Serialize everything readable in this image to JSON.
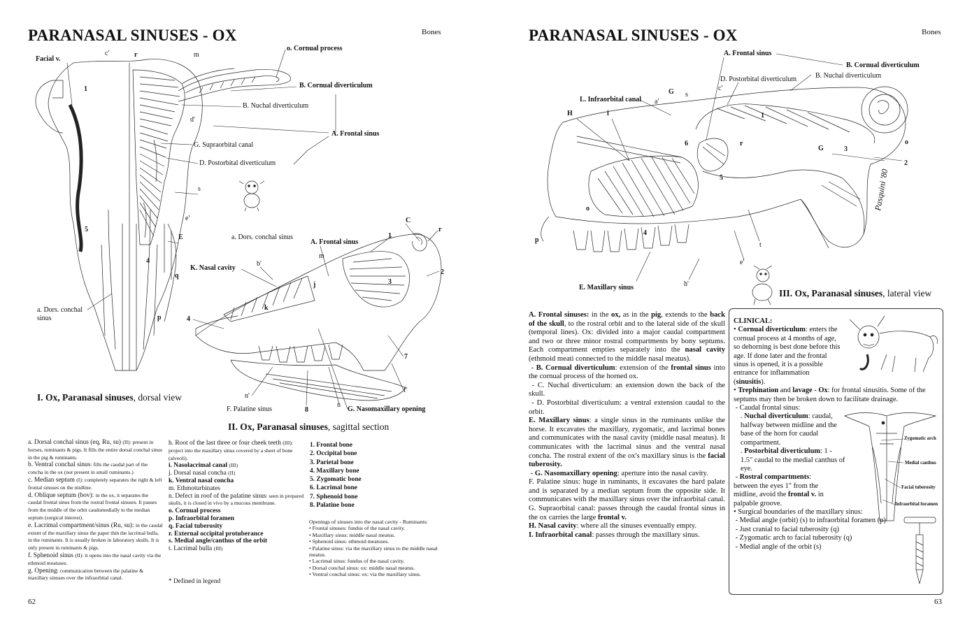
{
  "left_page": {
    "title": "PARANASAL SINUSES - OX",
    "section": "Bones",
    "page_number": "62",
    "dorsal_labels": {
      "facial_v": "Facial v.",
      "c_prime": "c'",
      "r": "r",
      "m": "m",
      "o_cornual": "o. Cornual process",
      "b_cornual": "B. Cornual diverticulum",
      "b_nuchal": "B. Nuchal diverticulum",
      "a_frontal": "A. Frontal sinus",
      "d_prime": "d'",
      "g_supra": "G. Supraorbital canal",
      "d_postorb": "D. Postorbital diverticulum",
      "one": "1",
      "s": "s",
      "e_prime": "e'",
      "E": "E",
      "five": "5",
      "four": "4",
      "q": "q",
      "p": "p",
      "a_dors": "a. Dors. conchal",
      "sinus": "sinus"
    },
    "sagittal_labels": {
      "C": "C",
      "r": "r",
      "one": "1",
      "a_dors": "a. Dors. conchal sinus",
      "a_frontal": "A. Frontal sinus",
      "two": "2",
      "m": "m",
      "k_nasal": "K. Nasal cavity",
      "b_prime": "b'",
      "j": "j",
      "three": "3",
      "k": "k",
      "four": "4",
      "seven": "7",
      "f_prime": "f'",
      "n_prime": "n'",
      "f_palatine": "F. Palatine sinus",
      "eight": "8",
      "n": "n",
      "g_naso": "G. Nasomaxillary opening"
    },
    "caption1": {
      "bold": "I. Ox, Paranasal sinuses",
      "rest": ", dorsal view"
    },
    "caption2": {
      "bold": "II. Ox, Paranasal sinuses",
      "rest": ", sagittal section"
    },
    "legend_col1": [
      {
        "main": "a. Dorsal conchal sinus (eq, Ru, su) ",
        "small": "(II): present in horses, ruminants & pigs. It fills the entire dorsal conchal sinus in the pig & ruminants."
      },
      {
        "main": "b. Ventral conchal sinus",
        "small": ": fills the caudal part of the concha in the ox (not present in small ruminants.)"
      },
      {
        "main": "c. Median septum ",
        "small": "(I): completely separates the right & left frontal sinuses on the midline."
      },
      {
        "main": "d. Oblique septum (bov): ",
        "small": "in the ox, it separates the caudal frontal sinus from the rostral frontal sinuses. It passes from the middle of the orbit caudomedially to the median septum (surgical interest)."
      },
      {
        "main": "e. Lacrimal compartment/sinus (Ru, su): ",
        "small": "in the caudal extent of the maxillary sinus the paper thin the lacrimal bulla, in the ruminants. It is usually broken in laboratory skulls. It is only present in ruminants & pigs."
      },
      {
        "main": "f. Sphenoid sinus ",
        "small": "(II): it opens into the nasal cavity via the ethmoid meatuses."
      },
      {
        "main": "g. Opening",
        "small": ": communication between the palatine & maxillary sinuses over the infraorbital canal."
      }
    ],
    "legend_col2": [
      {
        "main": "h. Root of the last three or four cheek teeth ",
        "small": "(III): project into the maxillary sinus covered by a sheet of bone (alveoli).",
        "bold": false
      },
      {
        "main": "i. Nasolacrimal canal ",
        "small": "(III)",
        "bold": true
      },
      {
        "main": "j. Dorsal nasal concha ",
        "small": "(II)",
        "bold": false
      },
      {
        "main": "k. Ventral nasal concha",
        "small": "",
        "bold": true
      },
      {
        "main": "m. Ethmoturbinates",
        "small": "",
        "bold": false
      },
      {
        "main": "n. Defect in roof of the palatine sinus",
        "small": ": seen in prepared skulls, it is closed in vivo by a mucous membrane.",
        "bold": false
      },
      {
        "main": "o. Cornual process",
        "small": "",
        "bold": true
      },
      {
        "main": "p. Infraorbital foramen",
        "small": "",
        "bold": true
      },
      {
        "main": "q. Facial tuberosity",
        "small": "",
        "bold": true
      },
      {
        "main": "r. External occipital protuberance",
        "small": "",
        "bold": true
      },
      {
        "main": "s. Medial angle/canthus of the orbit",
        "small": "",
        "bold": true
      },
      {
        "main": "t. Lacrimal bulla ",
        "small": "(III)",
        "bold": false
      }
    ],
    "defined": "* Defined in legend",
    "bones": [
      "1. Frontal bone",
      "2. Occipital bone",
      "3. Parietal bone",
      "4. Maxillary bone",
      "5. Zygomatic bone",
      "6. Lacrimal bone",
      "7. Sphenoid bone",
      "8. Palatine bone"
    ],
    "openings_title": "Openings of sinuses into the nasal cavity - Ruminants:",
    "openings": [
      "• Frontal sinuses: fundus of the nasal cavity.",
      "• Maxillary sinus: middle nasal meatus.",
      "• Sphenoid sinus: ethmoid meatuses.",
      "• Palatine sinus: via the maxillary sinus to the middle nasal meatus.",
      "• Lacrimal sinus: fundus of the nasal cavity.",
      "• Dorsal conchal sinus: ox: middle nasal meatus.",
      "• Ventral conchal sinus: ox: via the maxillary sinus."
    ]
  },
  "right_page": {
    "title": "PARANASAL SINUSES - OX",
    "section": "Bones",
    "page_number": "63",
    "lateral_labels": {
      "a_frontal": "A. Frontal sinus",
      "b_cornual": "B. Cornual diverticulum",
      "b_nuchal": "B. Nuchal diverticulum",
      "d_postorb": "D. Postorbital diverticulum",
      "c_prime": "c'",
      "l_infra": "L. Infraorbital canal",
      "G": "G",
      "s": "s",
      "a_prime": "a'",
      "H": "H",
      "i": "i",
      "one": "1",
      "six": "6",
      "r": "r",
      "G2": "G",
      "three": "3",
      "o": "o",
      "two": "2",
      "five": "5",
      "o2": "o",
      "p": "p",
      "four": "4",
      "t": "t",
      "e_prime": "e'",
      "h_prime": "h'",
      "e_max": "E. Maxillary sinus",
      "signature": "Pasquini '80"
    },
    "caption3": {
      "bold": "III. Ox, Paranasal sinuses",
      "rest": ", lateral view"
    },
    "clinical_title": "CLINICAL:",
    "clinical_labels": {
      "zygomatic": "Zygomatic arch",
      "medial": "Medial canthus",
      "facial": "Facial tuberosity",
      "infraorbital": "Infraorbital foramen"
    }
  }
}
